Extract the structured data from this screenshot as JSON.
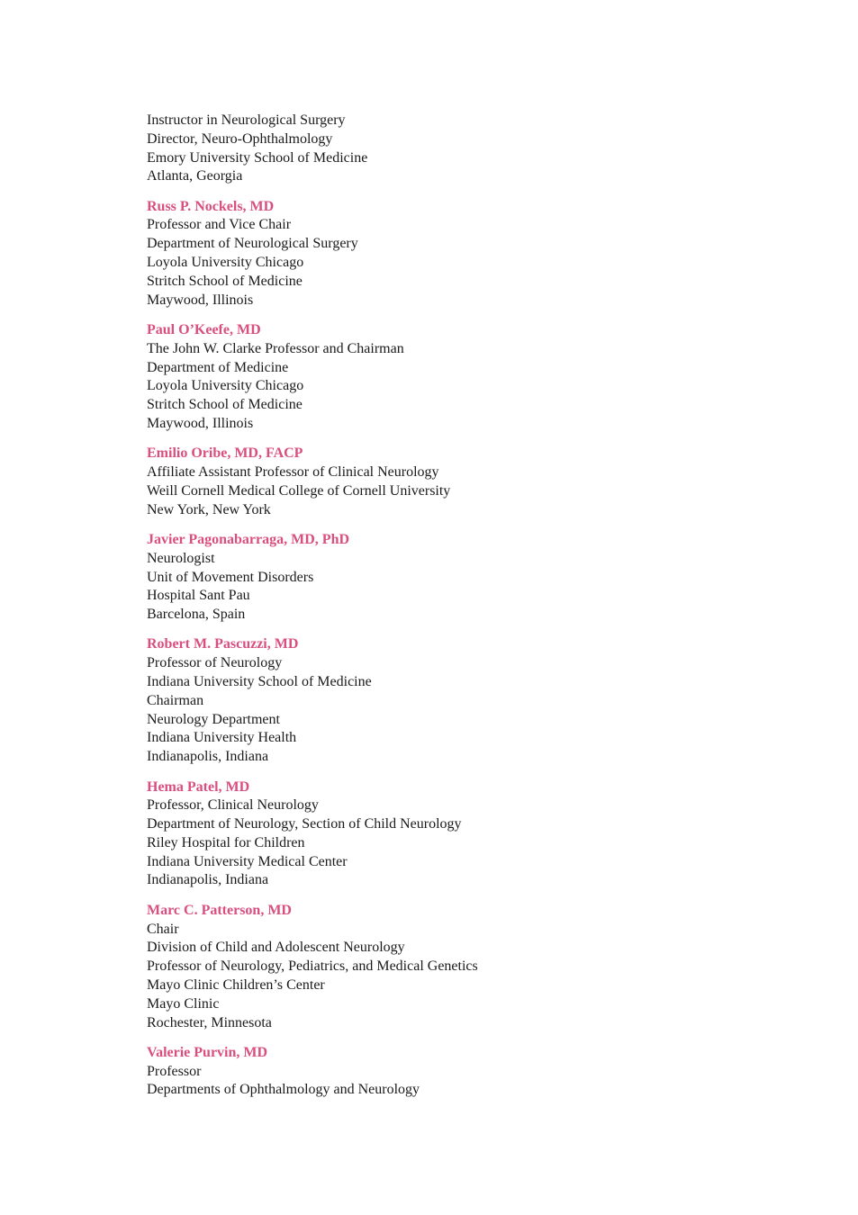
{
  "colors": {
    "name_accent": "#d94f7f",
    "text": "#1a1a1a"
  },
  "entries": [
    {
      "name": "",
      "lines": [
        "Instructor in Neurological Surgery",
        "Director, Neuro-Ophthalmology",
        "Emory University School of Medicine",
        "Atlanta, Georgia"
      ]
    },
    {
      "name": "Russ P. Nockels, MD",
      "lines": [
        "Professor and Vice Chair",
        "Department of Neurological Surgery",
        "Loyola University Chicago",
        "Stritch School of Medicine",
        "Maywood, Illinois"
      ]
    },
    {
      "name": "Paul O’Keefe, MD",
      "lines": [
        "The John W. Clarke Professor and Chairman",
        "Department of Medicine",
        "Loyola University Chicago",
        "Stritch School of Medicine",
        "Maywood, Illinois"
      ]
    },
    {
      "name": "Emilio Oribe, MD, FACP",
      "lines": [
        "Affiliate Assistant Professor of Clinical Neurology",
        "Weill Cornell Medical College of Cornell University",
        "New York, New York"
      ]
    },
    {
      "name": "Javier Pagonabarraga, MD, PhD",
      "lines": [
        "Neurologist",
        "Unit of Movement Disorders",
        "Hospital Sant Pau",
        "Barcelona, Spain"
      ]
    },
    {
      "name": "Robert M. Pascuzzi, MD",
      "lines": [
        "Professor of Neurology",
        "Indiana University School of Medicine",
        "Chairman",
        "Neurology Department",
        "Indiana University Health",
        "Indianapolis, Indiana"
      ]
    },
    {
      "name": "Hema Patel, MD",
      "lines": [
        "Professor, Clinical Neurology",
        "Department of Neurology, Section of Child Neurology",
        "Riley Hospital for Children",
        "Indiana University Medical Center",
        "Indianapolis, Indiana"
      ]
    },
    {
      "name": "Marc C. Patterson, MD",
      "lines": [
        "Chair",
        "Division of Child and Adolescent Neurology",
        "Professor of Neurology, Pediatrics, and Medical Genetics",
        "Mayo Clinic Children’s Center",
        "Mayo Clinic",
        "Rochester, Minnesota"
      ]
    },
    {
      "name": "Valerie Purvin, MD",
      "lines": [
        "Professor",
        "Departments of Ophthalmology and Neurology"
      ]
    }
  ]
}
